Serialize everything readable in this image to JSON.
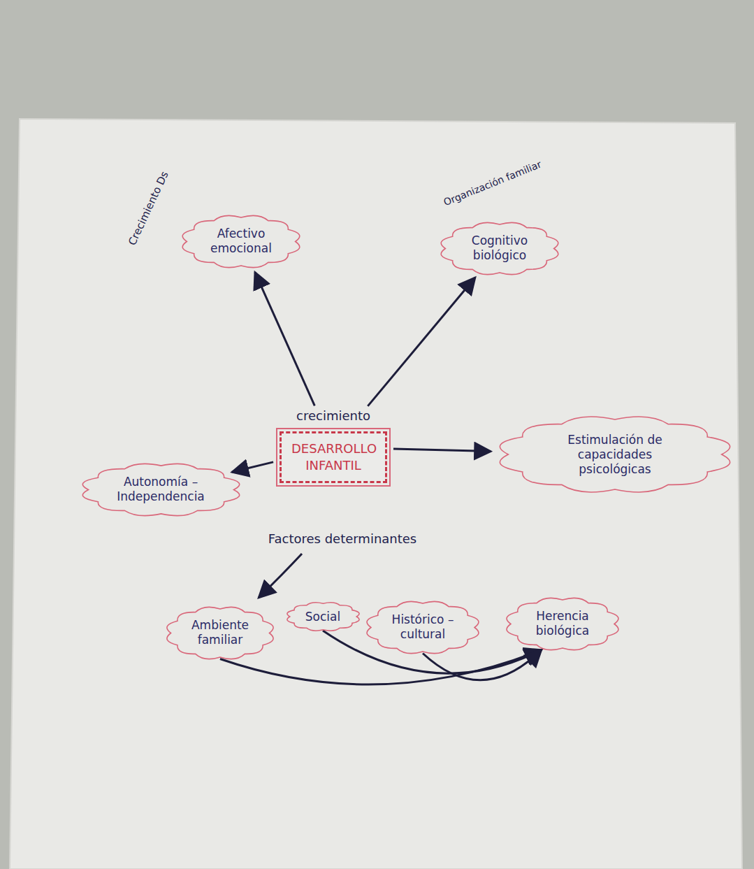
{
  "diagram": {
    "nodes": [
      {
        "text": [
          "Afectivo emocional"
        ]
      },
      {
        "text": [
          "Cognitivo biológico"
        ]
      },
      {
        "text": [
          "Autonomía – Independencia"
        ]
      },
      {
        "text": [
          "crecimiento",
          "DESARROLLO INFANTIL"
        ]
      },
      {
        "text": [
          "Estimulación de capacidades psicológicas"
        ]
      },
      {
        "text": [
          "Ambiente familiar"
        ]
      },
      {
        "text": [
          "Social"
        ]
      },
      {
        "text": [
          "Histórico – cultural"
        ]
      },
      {
        "text": [
          "Herencia biológica"
        ]
      }
    ],
    "edges": [
      {
        "from": 3,
        "to": 0,
        "arrow": "to"
      },
      {
        "from": 3,
        "to": 1,
        "arrow": "to"
      },
      {
        "from": 3,
        "to": 2,
        "arrow": "to"
      },
      {
        "from": 3,
        "to": 4,
        "arrow": "to"
      },
      {
        "from": 5,
        "to": 8,
        "arrow": "to"
      },
      {
        "from": 6,
        "to": 8,
        "arrow": "to"
      },
      {
        "from": 7,
        "to": 8,
        "arrow": "to"
      }
    ],
    "labels": [
      "Crecimiento Ds",
      "Organización familiar",
      "Factores determinantes"
    ]
  }
}
